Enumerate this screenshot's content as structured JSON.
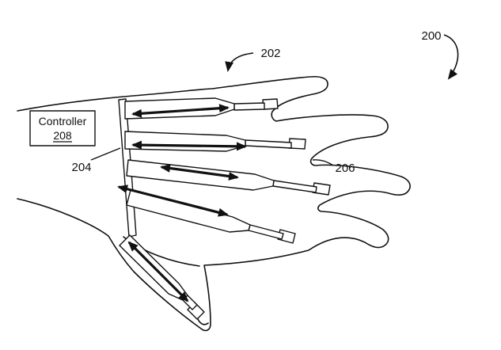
{
  "diagram": {
    "background_color": "#ffffff",
    "line_color": "#111111",
    "labels": {
      "l200": "200",
      "l202": "202",
      "l204": "204",
      "l206": "206"
    },
    "controller": {
      "title": "Controller",
      "ref": "208"
    }
  }
}
